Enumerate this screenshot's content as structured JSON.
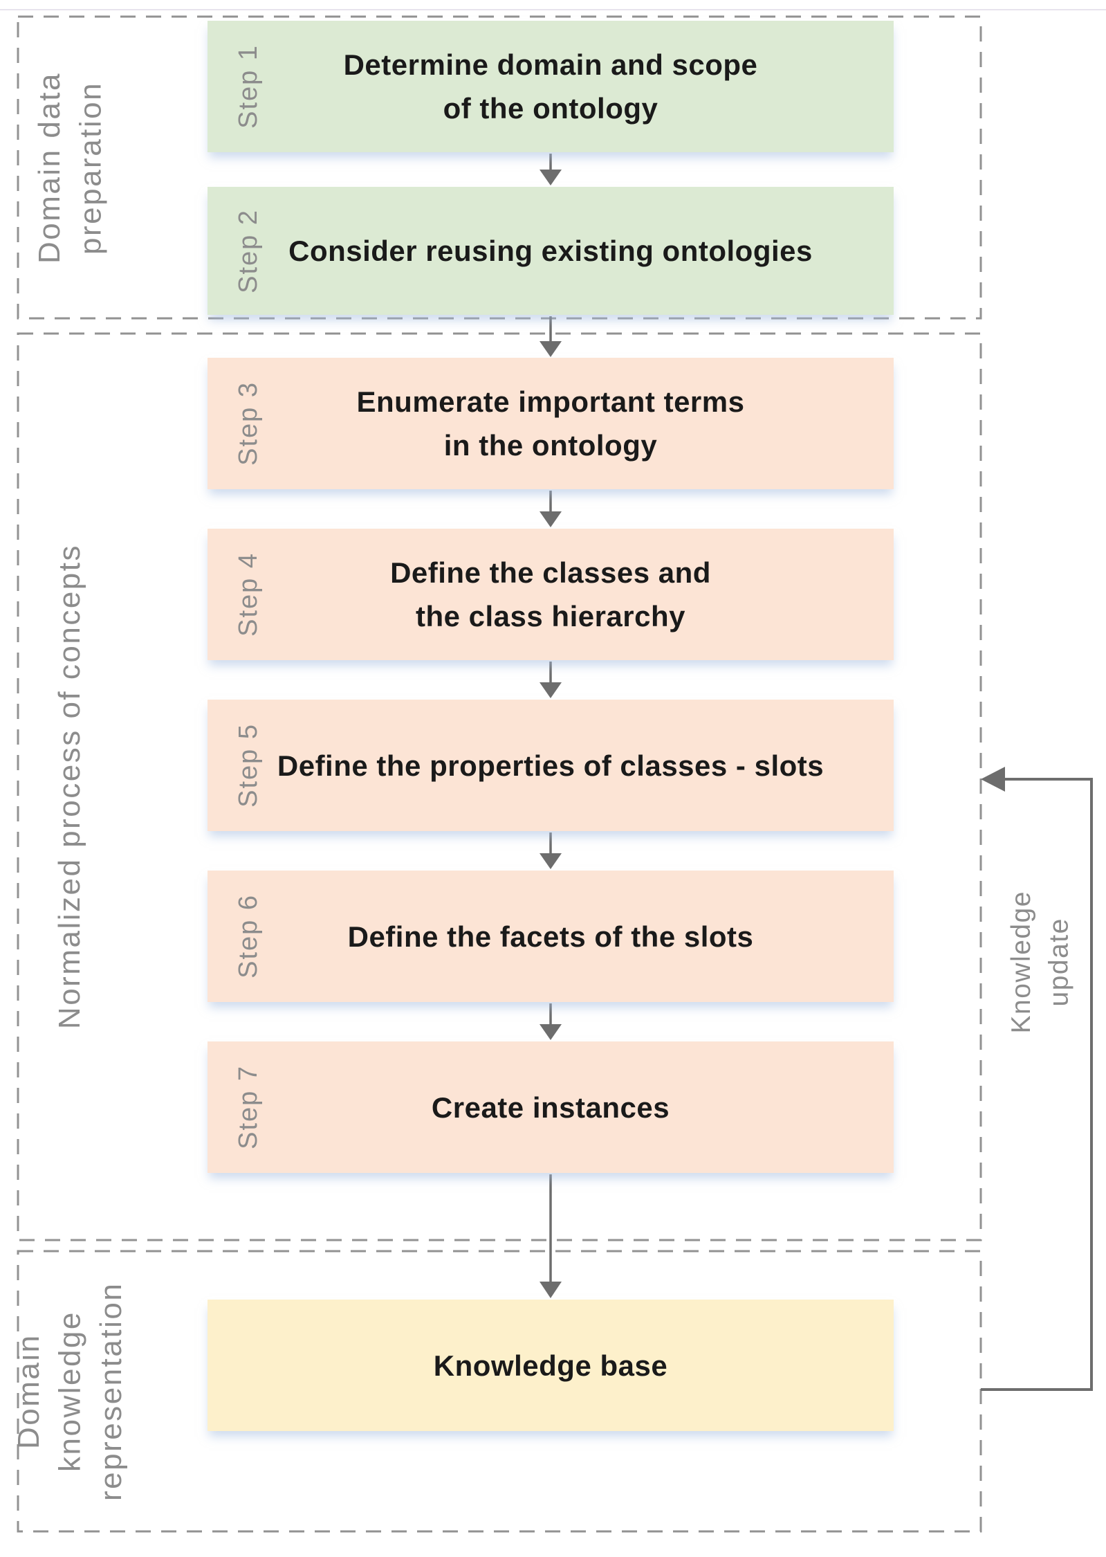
{
  "theme": {
    "green": "#dcead3",
    "orange": "#fce4d5",
    "yellow": "#fdf0cb",
    "dash": "#929292",
    "arrow": "#6d6d6d",
    "gray-text": "#8c8c8c",
    "ink": "#1a1a1a",
    "hairline": "#e7e3ed"
  },
  "groups": [
    {
      "id": "domain-data-preparation",
      "label": "Domain data\npreparation"
    },
    {
      "id": "normalized-process-of-concepts",
      "label": "Normalized process of concepts"
    },
    {
      "id": "domain-knowledge-representation",
      "label": "Domain knowledge\nrepresentation"
    }
  ],
  "steps": [
    {
      "label": "Step 1",
      "text": "Determine domain and scope\nof the ontology",
      "fill": "green"
    },
    {
      "label": "Step 2",
      "text": "Consider reusing existing ontologies",
      "fill": "green"
    },
    {
      "label": "Step 3",
      "text": "Enumerate important terms\nin the ontology",
      "fill": "orange"
    },
    {
      "label": "Step 4",
      "text": "Define the classes and\nthe class hierarchy",
      "fill": "orange"
    },
    {
      "label": "Step 5",
      "text": "Define the properties of classes - slots",
      "fill": "orange"
    },
    {
      "label": "Step 6",
      "text": "Define the facets of the slots",
      "fill": "orange"
    },
    {
      "label": "Step 7",
      "text": "Create instances",
      "fill": "orange"
    }
  ],
  "result": {
    "text": "Knowledge base",
    "fill": "yellow"
  },
  "feedback": {
    "label": "Knowledge\nupdate"
  }
}
